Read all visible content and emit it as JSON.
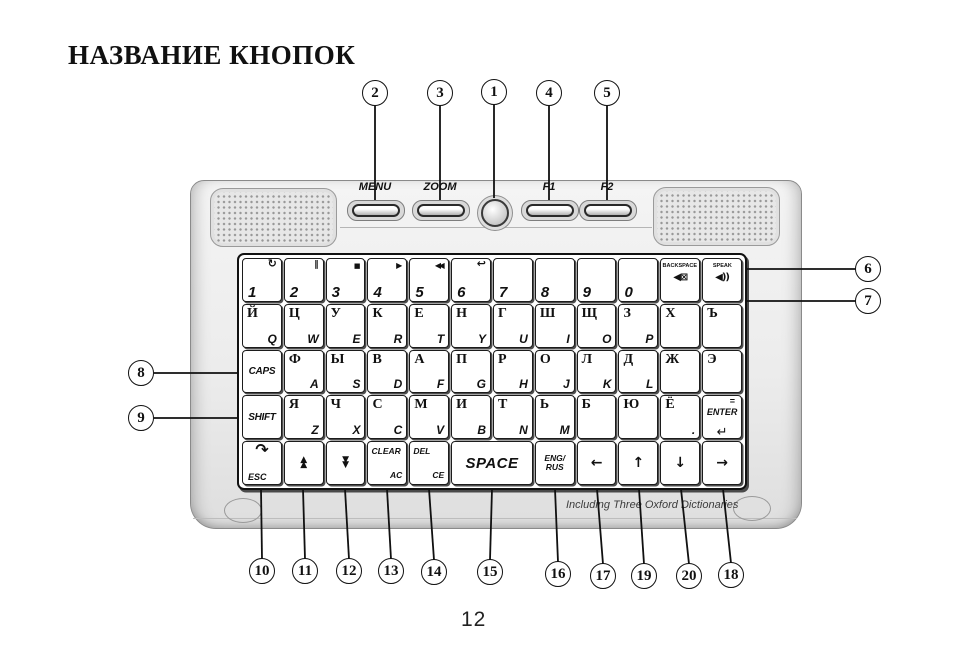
{
  "title": "НАЗВАНИЕ КНОПОК",
  "page_number": "12",
  "device": {
    "branding_note": "Including Three Oxford Dictionaries",
    "top_controls": {
      "buttons": [
        {
          "label": "MENU"
        },
        {
          "label": "ZOOM"
        },
        {
          "label": "",
          "kind": "round"
        },
        {
          "label": "F1"
        },
        {
          "label": "F2"
        }
      ]
    },
    "keyboard": {
      "rows": [
        {
          "keys": [
            {
              "type": "num",
              "name": "1",
              "num": "1",
              "icon": "repeat-icon"
            },
            {
              "type": "num",
              "name": "2",
              "num": "2",
              "icon": "pause-icon"
            },
            {
              "type": "num",
              "name": "3",
              "num": "3",
              "icon": "stop-icon"
            },
            {
              "type": "num",
              "name": "4",
              "num": "4",
              "icon": "play-icon"
            },
            {
              "type": "num",
              "name": "5",
              "num": "5",
              "icon": "rewind-icon"
            },
            {
              "type": "num",
              "name": "6",
              "num": "6",
              "icon": "return-icon"
            },
            {
              "type": "num",
              "name": "7",
              "num": "7"
            },
            {
              "type": "num",
              "name": "8",
              "num": "8"
            },
            {
              "type": "num",
              "name": "9",
              "num": "9"
            },
            {
              "type": "num",
              "name": "0",
              "num": "0"
            },
            {
              "type": "audio",
              "name": "backspace",
              "caption": "BACKSPACE",
              "icon": "backspace-icon"
            },
            {
              "type": "audio",
              "name": "speak",
              "caption": "SPEAK",
              "icon": "speaker-icon"
            }
          ]
        },
        {
          "keys": [
            {
              "type": "letter",
              "name": "q",
              "cyr": "Й",
              "lat": "Q"
            },
            {
              "type": "letter",
              "name": "w",
              "cyr": "Ц",
              "lat": "W"
            },
            {
              "type": "letter",
              "name": "e",
              "cyr": "У",
              "lat": "E"
            },
            {
              "type": "letter",
              "name": "r",
              "cyr": "К",
              "lat": "R"
            },
            {
              "type": "letter",
              "name": "t",
              "cyr": "Е",
              "lat": "T"
            },
            {
              "type": "letter",
              "name": "y",
              "cyr": "Н",
              "lat": "Y"
            },
            {
              "type": "letter",
              "name": "u",
              "cyr": "Г",
              "lat": "U"
            },
            {
              "type": "letter",
              "name": "i",
              "cyr": "Ш",
              "lat": "I"
            },
            {
              "type": "letter",
              "name": "o",
              "cyr": "Щ",
              "lat": "O"
            },
            {
              "type": "letter",
              "name": "p",
              "cyr": "З",
              "lat": "P"
            },
            {
              "type": "letter",
              "name": "kha",
              "cyr": "Х",
              "lat": ""
            },
            {
              "type": "letter",
              "name": "hard-sign",
              "cyr": "Ъ",
              "lat": ""
            }
          ]
        },
        {
          "keys": [
            {
              "type": "center",
              "name": "caps",
              "label": "CAPS"
            },
            {
              "type": "letter",
              "name": "a",
              "cyr": "Ф",
              "lat": "A"
            },
            {
              "type": "letter",
              "name": "s",
              "cyr": "Ы",
              "lat": "S"
            },
            {
              "type": "letter",
              "name": "d",
              "cyr": "В",
              "lat": "D"
            },
            {
              "type": "letter",
              "name": "f",
              "cyr": "А",
              "lat": "F"
            },
            {
              "type": "letter",
              "name": "g",
              "cyr": "П",
              "lat": "G"
            },
            {
              "type": "letter",
              "name": "h",
              "cyr": "Р",
              "lat": "H"
            },
            {
              "type": "letter",
              "name": "j",
              "cyr": "О",
              "lat": "J"
            },
            {
              "type": "letter",
              "name": "k",
              "cyr": "Л",
              "lat": "K"
            },
            {
              "type": "letter",
              "name": "l",
              "cyr": "Д",
              "lat": "L"
            },
            {
              "type": "letter",
              "name": "zhe",
              "cyr": "Ж",
              "lat": ""
            },
            {
              "type": "letter",
              "name": "e-rev",
              "cyr": "Э",
              "lat": ""
            }
          ]
        },
        {
          "keys": [
            {
              "type": "center",
              "name": "shift",
              "label": "SHIFT"
            },
            {
              "type": "letter",
              "name": "z",
              "cyr": "Я",
              "lat": "Z"
            },
            {
              "type": "letter",
              "name": "x",
              "cyr": "Ч",
              "lat": "X"
            },
            {
              "type": "letter",
              "name": "c",
              "cyr": "С",
              "lat": "C"
            },
            {
              "type": "letter",
              "name": "v",
              "cyr": "М",
              "lat": "V"
            },
            {
              "type": "letter",
              "name": "b",
              "cyr": "И",
              "lat": "B"
            },
            {
              "type": "letter",
              "name": "n",
              "cyr": "Т",
              "lat": "N"
            },
            {
              "type": "letter",
              "name": "m",
              "cyr": "Ь",
              "lat": "M"
            },
            {
              "type": "letter",
              "name": "be",
              "cyr": "Б",
              "lat": ""
            },
            {
              "type": "letter",
              "name": "yu",
              "cyr": "Ю",
              "lat": ""
            },
            {
              "type": "letter",
              "name": "yo",
              "cyr": "Ё",
              "lat": "."
            },
            {
              "type": "enter",
              "name": "enter",
              "sup": "=",
              "label": "ENTER",
              "icon": "enter-icon"
            }
          ]
        },
        {
          "keys": [
            {
              "type": "esc",
              "name": "esc",
              "label": "ESC",
              "icon": "esc-icon"
            },
            {
              "type": "dbl",
              "name": "page-up",
              "icon": "double-up-icon",
              "glyph": "▲"
            },
            {
              "type": "dbl",
              "name": "page-down",
              "icon": "double-down-icon",
              "glyph": "▼"
            },
            {
              "type": "twol",
              "name": "clear-ac",
              "l1": "CLEAR",
              "l2": "AC"
            },
            {
              "type": "twol",
              "name": "del-ce",
              "l1": "DEL",
              "l2": "CE"
            },
            {
              "type": "center",
              "name": "space",
              "label": "SPACE",
              "wide": true
            },
            {
              "type": "engrus",
              "name": "eng-rus",
              "l1": "ENG/",
              "l2": "RUS"
            },
            {
              "type": "arrow",
              "name": "left",
              "icon": "arrow-left-icon"
            },
            {
              "type": "arrow",
              "name": "up",
              "icon": "arrow-up-icon"
            },
            {
              "type": "arrow",
              "name": "down",
              "icon": "arrow-down-icon"
            },
            {
              "type": "arrow",
              "name": "right",
              "icon": "arrow-right-icon"
            }
          ]
        }
      ]
    }
  },
  "callouts": {
    "top": [
      "2",
      "3",
      "1",
      "4",
      "5"
    ],
    "right": [
      "6",
      "7"
    ],
    "left": [
      "8",
      "9"
    ],
    "bottom": [
      "10",
      "11",
      "12",
      "13",
      "14",
      "15",
      "16",
      "17",
      "19",
      "20",
      "18"
    ]
  }
}
